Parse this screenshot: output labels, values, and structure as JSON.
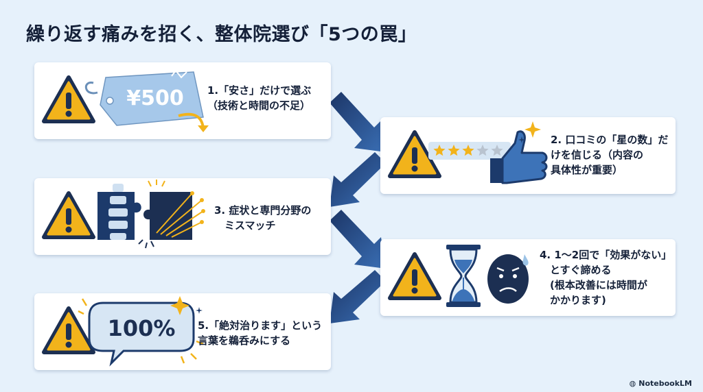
{
  "title": "繰り返す痛みを招く、整体院選び「5つの罠」",
  "cards": [
    {
      "text": "1.「安さ」だけで選ぶ\n（技術と時間の不足）",
      "price_tag": "¥500"
    },
    {
      "text": "2. 口コミの「星の数」だ\nけを信じる（内容の\n具体性が重要）",
      "stars": {
        "filled": 3,
        "total": 5
      }
    },
    {
      "text": "3. 症状と専門分野の\n　ミスマッチ"
    },
    {
      "text": "4. 1〜2回で「効果がない」\n　とすぐ諦める\n　(根本改善には時間が\n　かかります)"
    },
    {
      "text": "5.「絶対治ります」という\n言葉を鵜呑みにする",
      "bubble": "100%"
    }
  ],
  "brand": "NotebookLM",
  "colors": {
    "background": "#e6f1fb",
    "warning_yellow": "#f2b31b",
    "navy": "#1c3a6b",
    "light_blue": "#9cc3e6",
    "arrow_dark": "#1f3a6e",
    "arrow_light": "#3d73b8"
  }
}
